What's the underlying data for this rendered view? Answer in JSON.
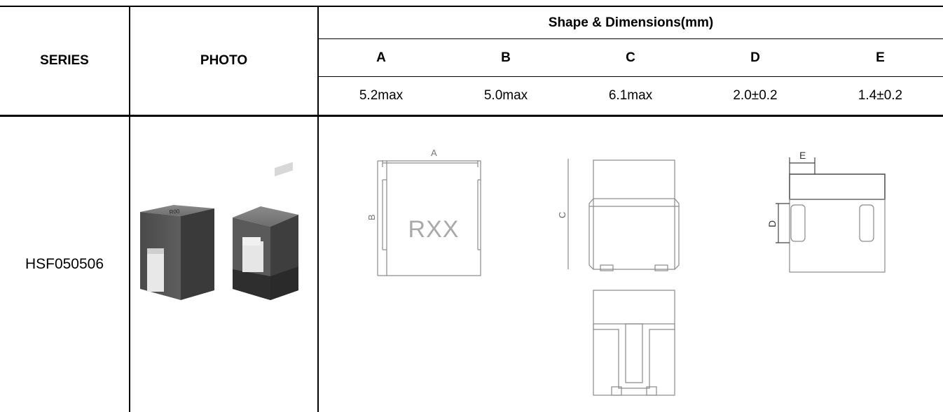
{
  "header": {
    "series_label": "SERIES",
    "photo_label": "PHOTO",
    "dimensions_title": "Shape & Dimensions(mm)",
    "columns": [
      "A",
      "B",
      "C",
      "D",
      "E"
    ],
    "values": [
      "5.2max",
      "5.0max",
      "6.1max",
      "2.0±0.2",
      "1.4±0.2"
    ]
  },
  "row": {
    "series": "HSF050506",
    "photo_marking": "R00"
  },
  "drawing": {
    "top_view_marking": "RXX",
    "dim_labels": {
      "a": "A",
      "b": "B",
      "c": "C",
      "d": "D",
      "e": "E"
    }
  }
}
